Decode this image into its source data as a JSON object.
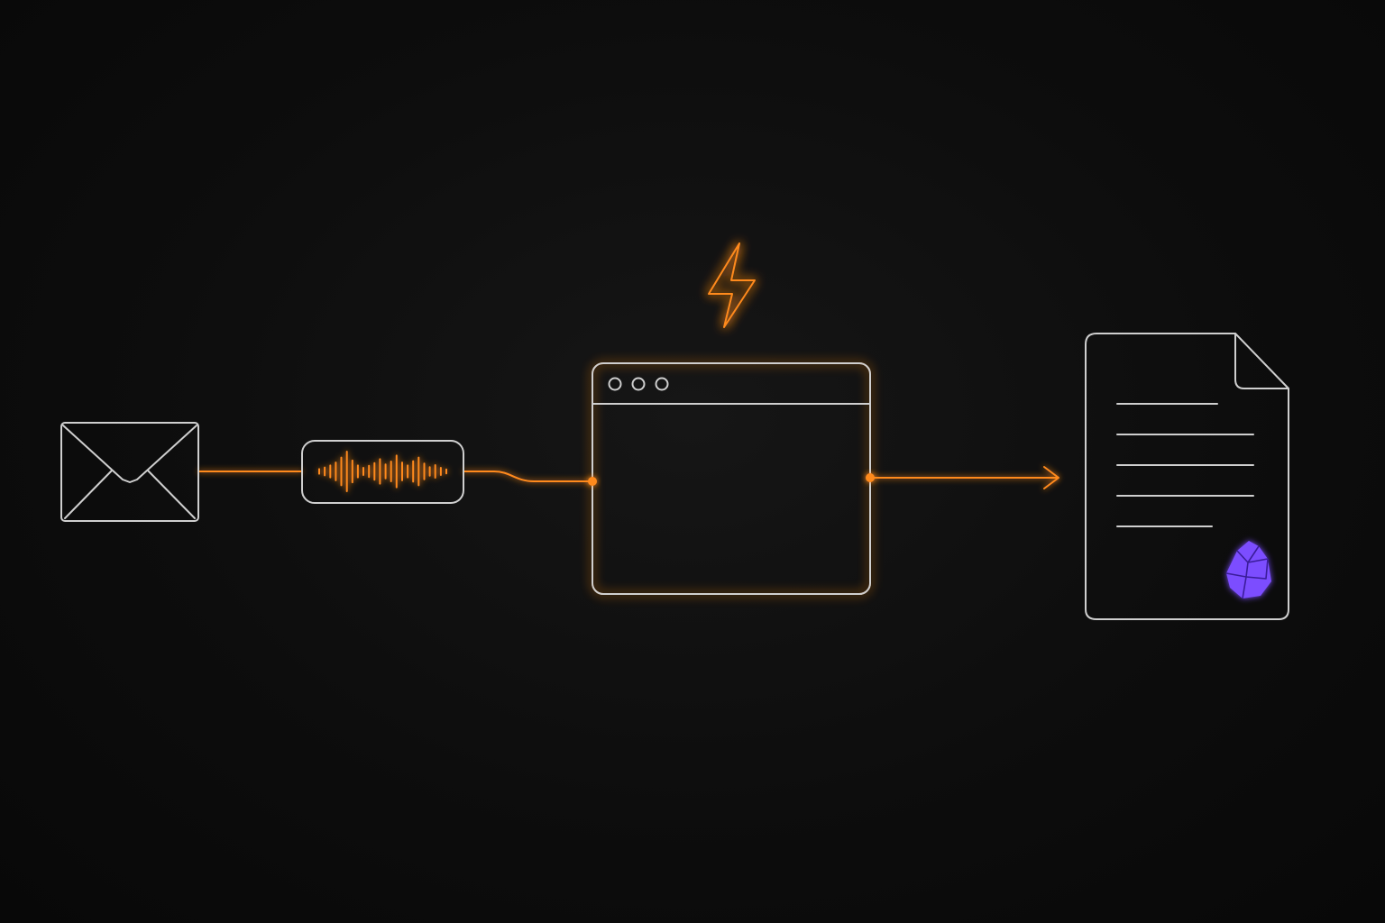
{
  "colors": {
    "background": "#0b0b0b",
    "outline": "#cfcfcf",
    "accent": "#ff8a1f",
    "vault_mark": "#7b4dff"
  },
  "nodes": [
    {
      "icon": "envelope-icon"
    },
    {
      "icon": "audio-waveform-icon"
    },
    {
      "icon": "app-window-icon"
    },
    {
      "icon": "lightning-bolt-icon"
    },
    {
      "icon": "document-icon"
    },
    {
      "icon": "crystal-gem-icon"
    }
  ],
  "waveform_bar_levels": [
    0.12,
    0.2,
    0.3,
    0.45,
    0.7,
    1.0,
    0.55,
    0.3,
    0.18,
    0.28,
    0.42,
    0.62,
    0.35,
    0.5,
    0.8,
    0.45,
    0.3,
    0.52,
    0.7,
    0.4,
    0.22,
    0.32,
    0.18,
    0.1
  ]
}
